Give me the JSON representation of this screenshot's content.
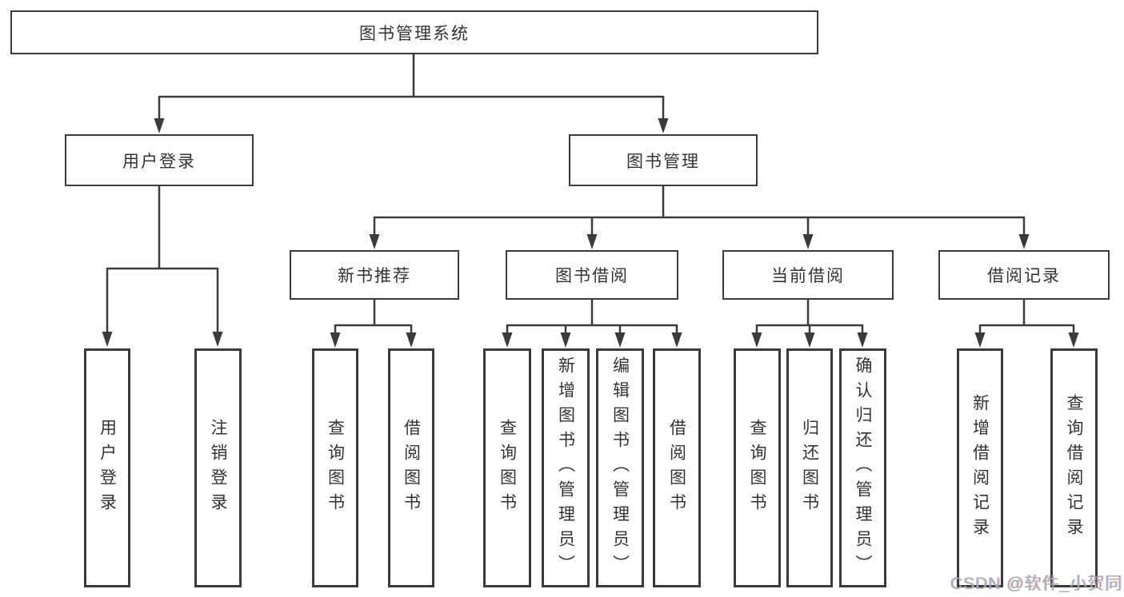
{
  "diagram": {
    "root": {
      "label": "图书管理系统"
    },
    "branches": [
      {
        "label": "用户登录",
        "leaves": [
          {
            "label": "用户登录"
          },
          {
            "label": "注销登录"
          }
        ]
      },
      {
        "label": "图书管理",
        "groups": [
          {
            "label": "新书推荐",
            "leaves": [
              {
                "label": "查询图书"
              },
              {
                "label": "借阅图书"
              }
            ]
          },
          {
            "label": "图书借阅",
            "leaves": [
              {
                "label": "查询图书"
              },
              {
                "label": "新增图书（管理员）"
              },
              {
                "label": "编辑图书（管理员）"
              },
              {
                "label": "借阅图书"
              }
            ]
          },
          {
            "label": "当前借阅",
            "leaves": [
              {
                "label": "查询图书"
              },
              {
                "label": "归还图书"
              },
              {
                "label": "确认归还（管理员）"
              }
            ]
          },
          {
            "label": "借阅记录",
            "leaves": [
              {
                "label": "新增借阅记录"
              },
              {
                "label": "查询借阅记录"
              }
            ]
          }
        ]
      }
    ]
  },
  "watermark": {
    "text": "CSDN @软件_小贺同学"
  },
  "colors": {
    "line": "#3b3b3b",
    "box_border": "#3b3b3b",
    "text": "#333333",
    "watermark": "#ababab",
    "background": "#ffffff"
  }
}
